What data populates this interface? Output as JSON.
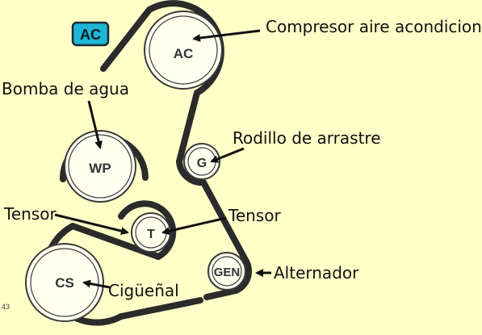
{
  "badge": {
    "text": "AC",
    "fill_color": "#1fb6d6",
    "border_color": "#1a2a33"
  },
  "pulleys": {
    "ac": "AC",
    "g": "G",
    "wp": "WP",
    "t": "T",
    "gen": "GEN",
    "cs": "CS"
  },
  "callouts": {
    "compresor": "Compresor aire acondicionado",
    "bomba": "Bomba de agua",
    "rodillo": "Rodillo de arrastre",
    "tensor_left": "Tensor",
    "tensor_right": "Tensor",
    "alternador": "Alternador",
    "ciguenal": "Cigüeñal"
  },
  "page_number": "43",
  "colors": {
    "background": "#ffffc8",
    "belt": "#2b2b2b",
    "pulley_fill": "#fffff0",
    "pulley_stroke": "#3a3a3a"
  }
}
